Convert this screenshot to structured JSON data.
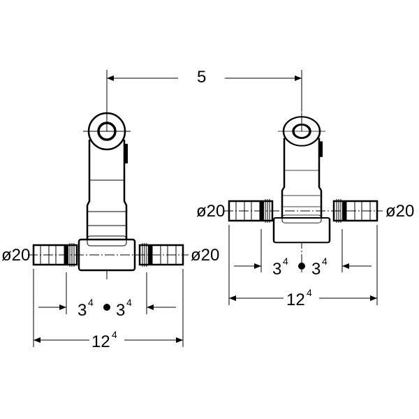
{
  "top_dimension": {
    "value": "5"
  },
  "left_fitting": {
    "pipe_left_label": "ø20",
    "pipe_right_label": "ø20",
    "half_offset_left": {
      "main": "3",
      "sup": "4"
    },
    "half_offset_right": {
      "main": "3",
      "sup": "4"
    },
    "overall_width": {
      "main": "12",
      "sup": "4"
    }
  },
  "right_fitting": {
    "pipe_left_label": "ø20",
    "pipe_right_label": "ø20",
    "half_offset_left": {
      "main": "3",
      "sup": "4"
    },
    "half_offset_right": {
      "main": "3",
      "sup": "4"
    },
    "overall_width": {
      "main": "12",
      "sup": "4"
    }
  }
}
